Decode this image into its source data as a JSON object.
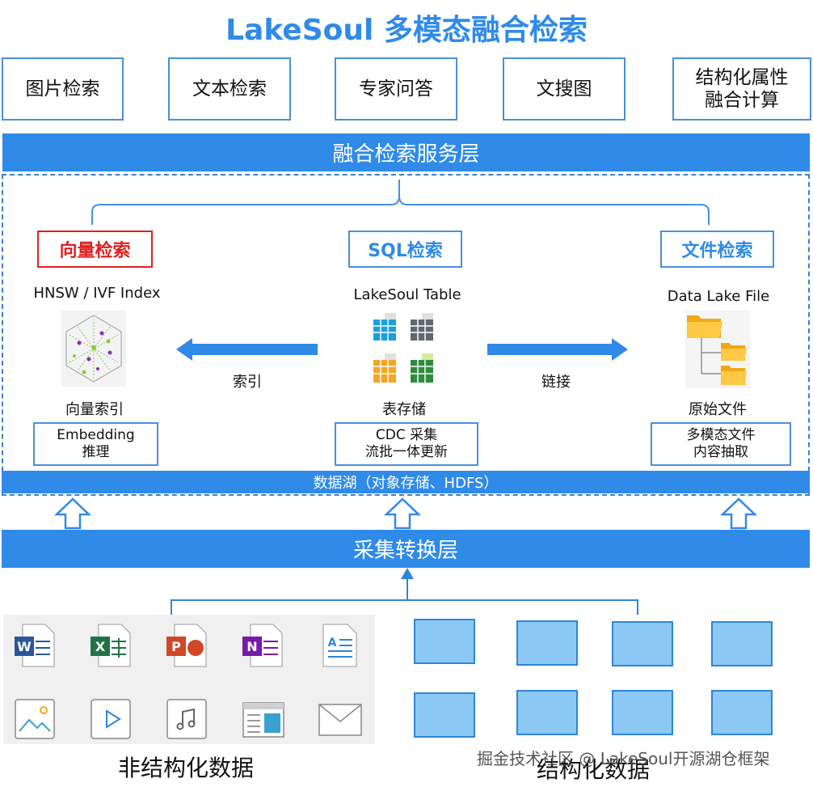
{
  "title": "LakeSoul 多模态融合检索",
  "top_boxes": [
    "图片检索",
    "文本检索",
    "专家问答",
    "文搜图",
    "结构化属性融合计算"
  ],
  "top_box_last_lines": [
    "结构化属性",
    "融合计算"
  ],
  "service_layer": "融合检索服务层",
  "sections": {
    "vector": {
      "head": "向量检索",
      "sub": "HNSW / IVF Index",
      "caption": "向量索引",
      "box_line1": "Embedding",
      "box_line2": "推理",
      "head_color": "#e02020"
    },
    "sql": {
      "head": "SQL检索",
      "sub": "LakeSoul Table",
      "caption": "表存储",
      "box_line1": "CDC 采集",
      "box_line2": "流批一体更新"
    },
    "file": {
      "head": "文件检索",
      "sub": "Data Lake File",
      "caption": "原始文件",
      "box_line1": "多模态文件",
      "box_line2": "内容抽取"
    }
  },
  "arrow_left_label": "索引",
  "arrow_right_label": "链接",
  "datalake_bar": "数据湖（对象存储、HDFS）",
  "collect_layer": "采集转换层",
  "unstructured_label": "非结构化数据",
  "structured_label": "结构化数据",
  "watermark": "掘金技术社区 @ LakeSoul开源湖仓框架",
  "icons": {
    "row1": [
      "word-icon",
      "excel-icon",
      "powerpoint-icon",
      "onenote-icon",
      "text-document-icon"
    ],
    "row2": [
      "image-icon",
      "video-icon",
      "audio-icon",
      "webpage-icon",
      "mail-icon"
    ]
  },
  "colors": {
    "accent": "#2f8ae8",
    "red": "#e02020",
    "table_fill": "#8cc8f4"
  }
}
